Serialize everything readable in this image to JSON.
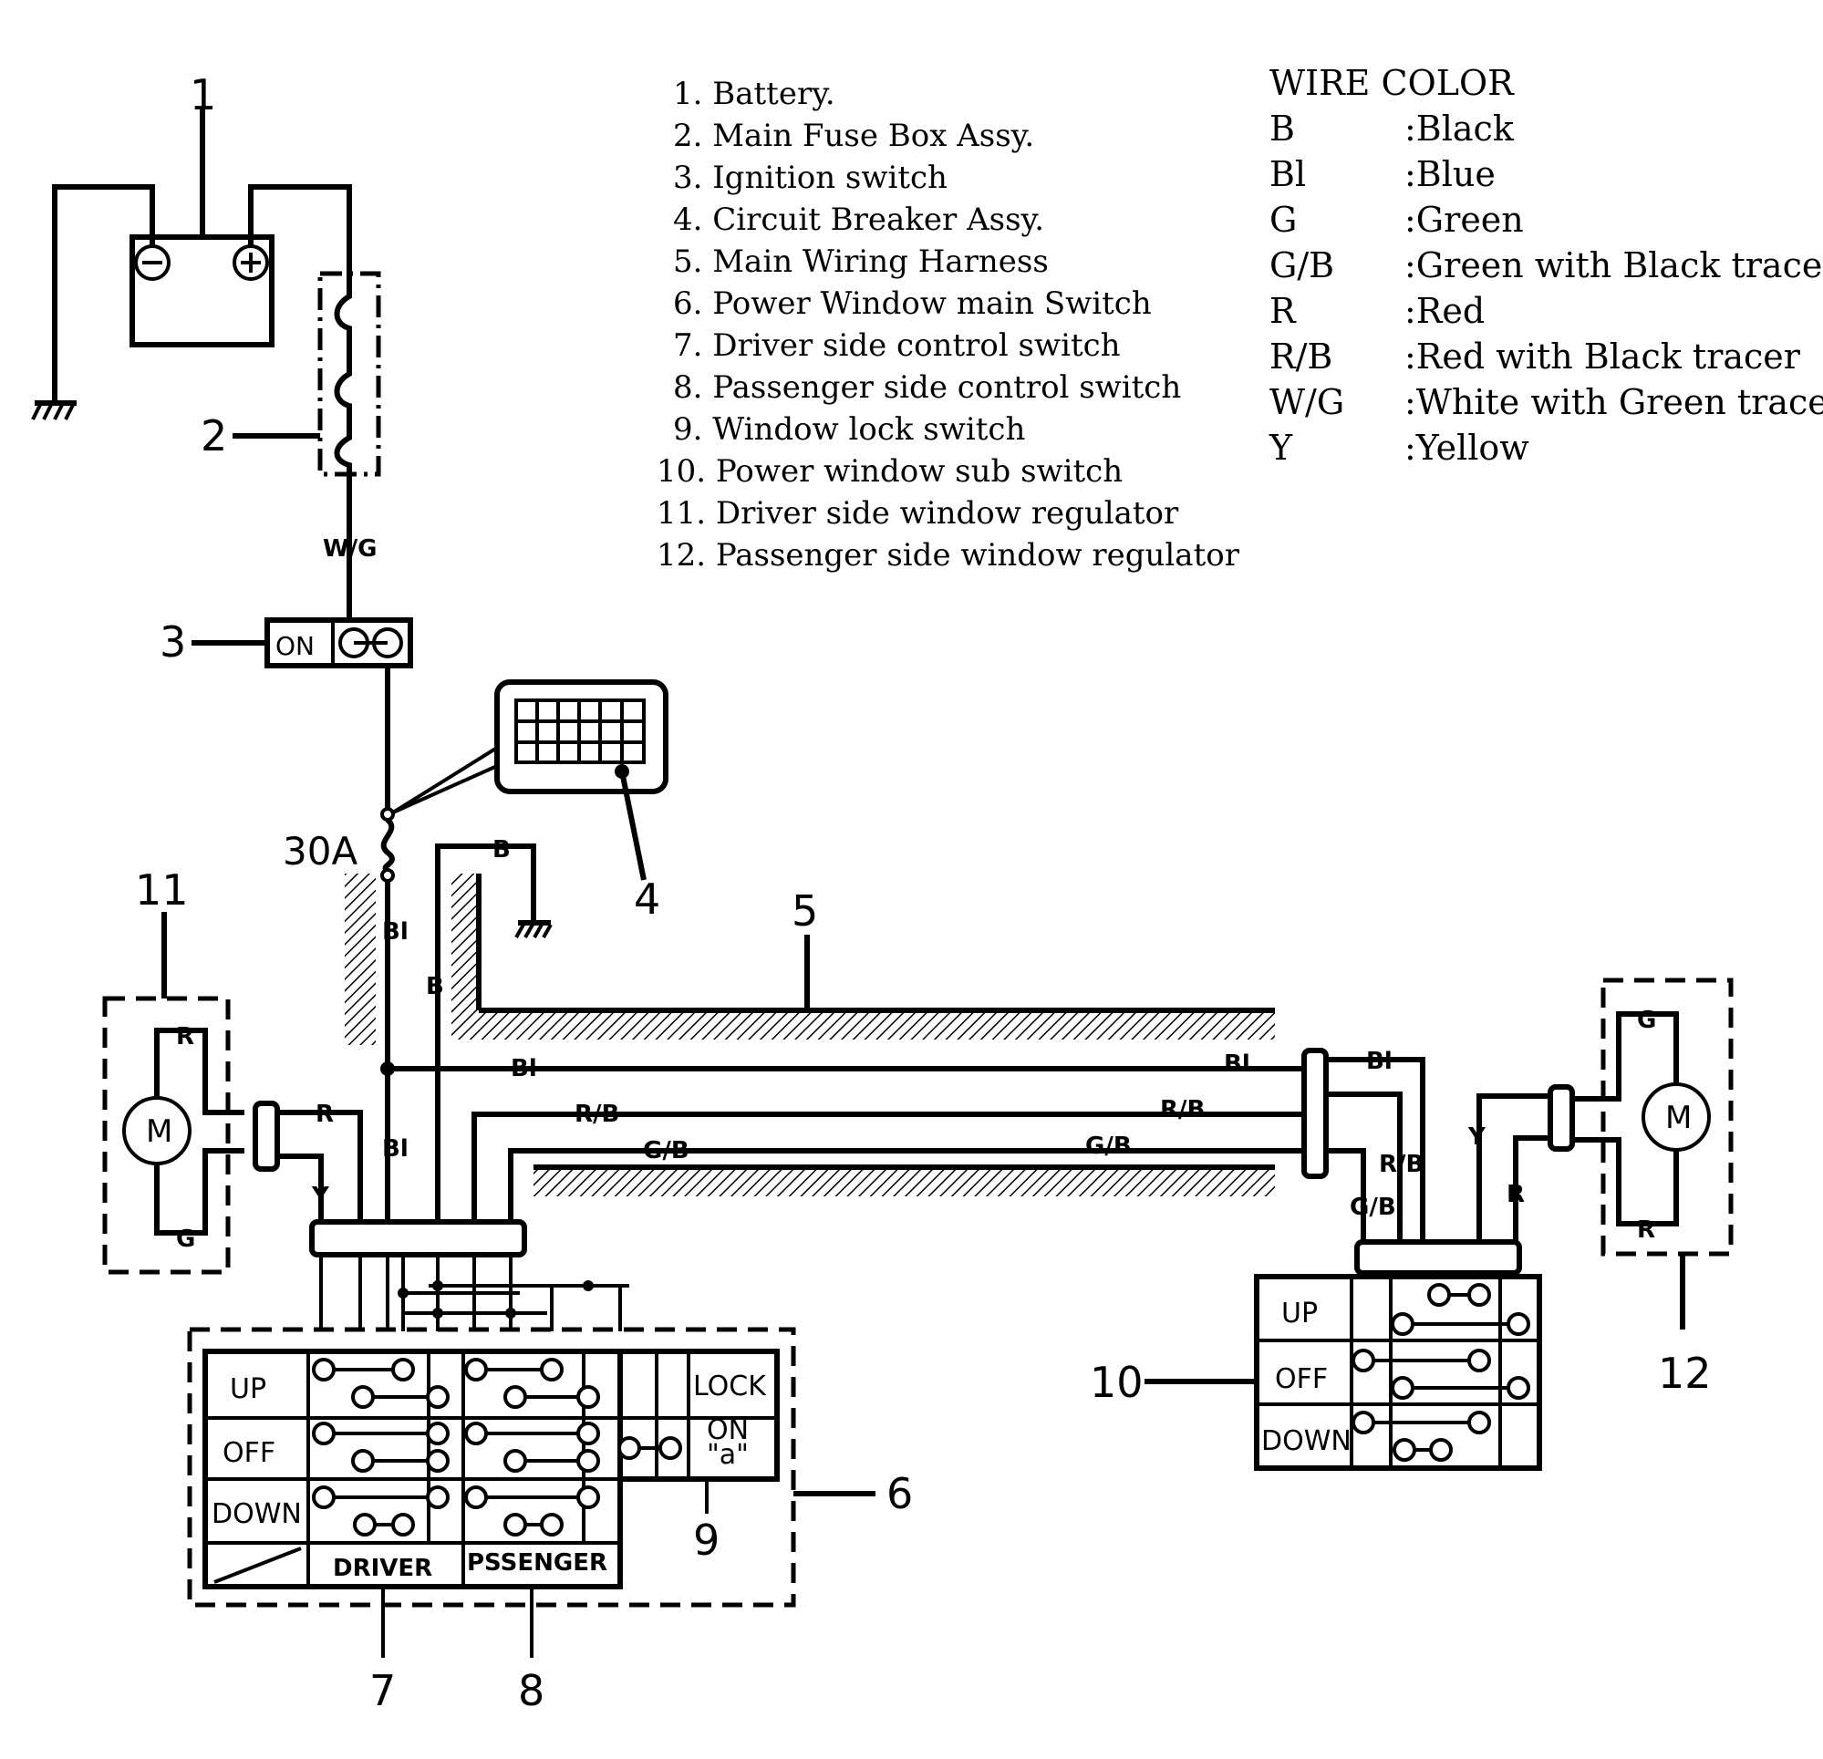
{
  "legend": {
    "components": [
      "1. Battery.",
      "2. Main Fuse Box Assy.",
      "3. Ignition switch",
      "4. Circuit Breaker Assy.",
      "5. Main Wiring Harness",
      "6. Power Window main Switch",
      "7. Driver side control switch",
      "8. Passenger side control switch",
      "9. Window lock switch",
      "10. Power window sub switch",
      "11. Driver side window regulator",
      "12. Passenger side window regulator"
    ],
    "wire_color_title": "WIRE COLOR",
    "wire_colors": [
      {
        "code": "B",
        "name": ":Black"
      },
      {
        "code": "Bl",
        "name": ":Blue"
      },
      {
        "code": "G",
        "name": ":Green"
      },
      {
        "code": "G/B",
        "name": ":Green with Black tracer"
      },
      {
        "code": "R",
        "name": ":Red"
      },
      {
        "code": "R/B",
        "name": ":Red with Black tracer"
      },
      {
        "code": "W/G",
        "name": ":White with Green tracer"
      },
      {
        "code": "Y",
        "name": ":Yellow"
      }
    ]
  },
  "callouts": {
    "c1": "1",
    "c2": "2",
    "c3": "3",
    "c4": "4",
    "c5": "5",
    "c6": "6",
    "c7": "7",
    "c8": "8",
    "c9": "9",
    "c10": "10",
    "c11": "11",
    "c12": "12"
  },
  "wires": {
    "wg": "W/G",
    "b": "B",
    "bl": "Bl",
    "r": "R",
    "y": "Y",
    "g": "G",
    "rb": "R/B",
    "gb": "G/B"
  },
  "breaker_rating": "30A",
  "ignition_label": "ON",
  "motor_label": "M",
  "main_switch": {
    "up": "UP",
    "off": "OFF",
    "down": "DOWN",
    "driver": "DRIVER",
    "passenger": "PSSENGER",
    "lock": "LOCK",
    "on": "ON",
    "a": "\"a\""
  },
  "sub_switch": {
    "up": "UP",
    "off": "OFF",
    "down": "DOWN"
  }
}
